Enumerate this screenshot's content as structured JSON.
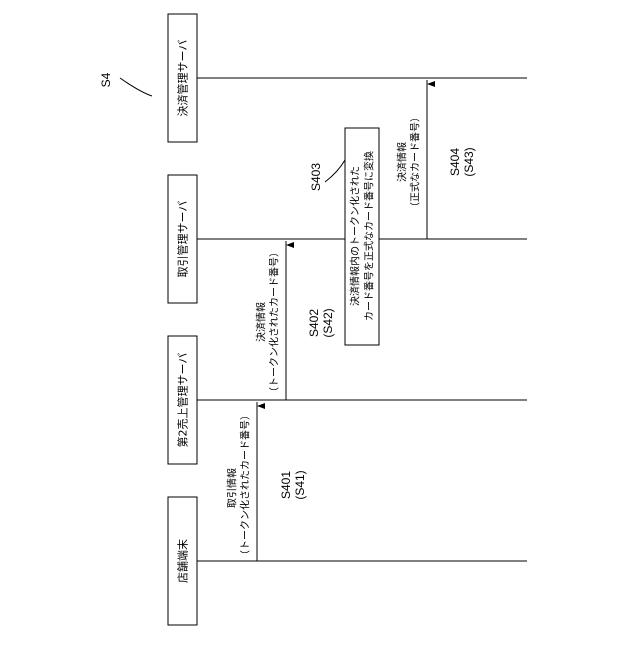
{
  "figure": {
    "label": "S4"
  },
  "actors": [
    {
      "name": "決済管理サーバ"
    },
    {
      "name": "取引管理サーバ"
    },
    {
      "name": "第2売上管理サーバ"
    },
    {
      "name": "店舗端末"
    }
  ],
  "messages": [
    {
      "line1": "取引情報",
      "line2": "（トークン化されたカード番号）",
      "step": "S401",
      "step_alt": "(S41)"
    },
    {
      "line1": "決済情報",
      "line2": "（トークン化されたカード番号）",
      "step": "S402",
      "step_alt": "(S42)"
    },
    {
      "line1": "決済情報",
      "line2": "（正式なカード番号）",
      "step": "S404",
      "step_alt": "(S43)"
    }
  ],
  "process": {
    "line1": "決済情報内のトークン化された",
    "line2": "カード番号を正式なカード番号に変換",
    "step": "S403"
  }
}
